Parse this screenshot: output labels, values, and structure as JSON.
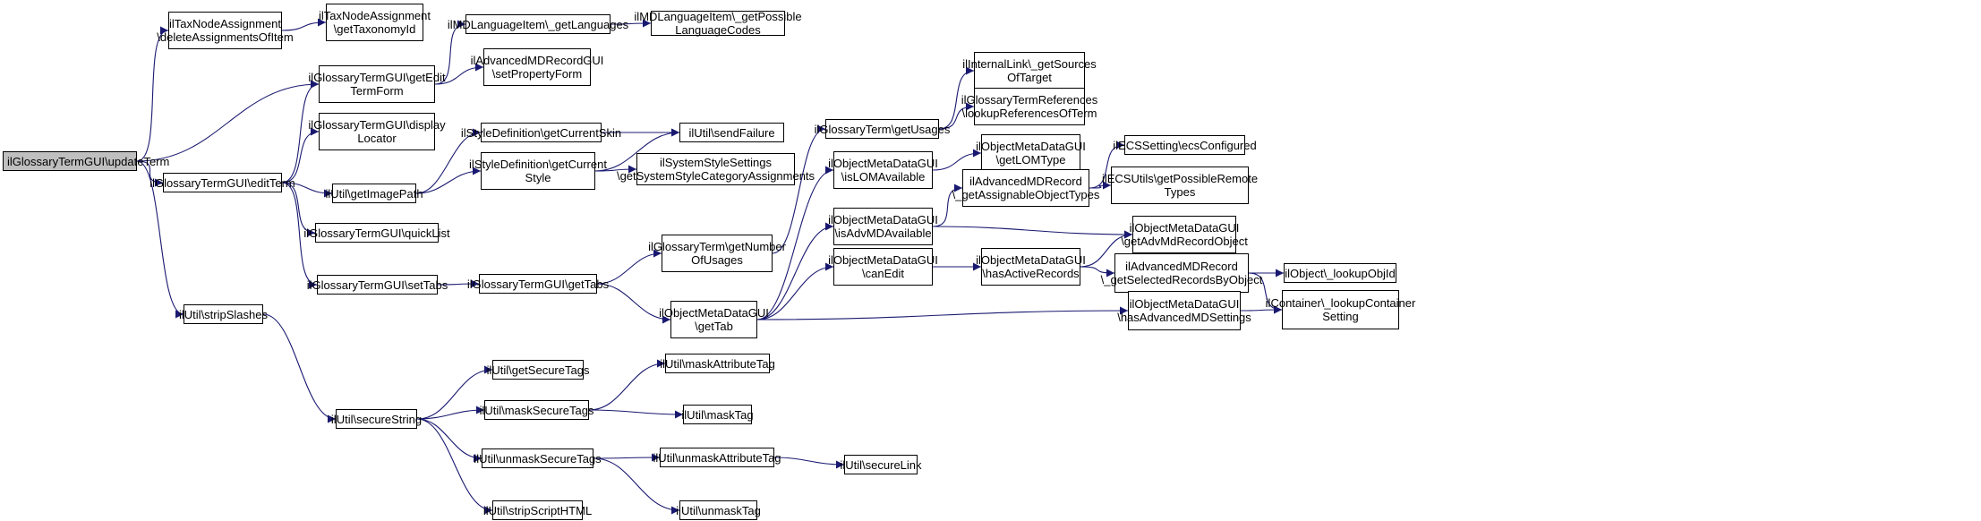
{
  "graph": {
    "edge_color": "#191970",
    "root_fill": "#bfbfbf",
    "nodes": [
      {
        "id": "updateTerm",
        "lines": [
          "ilGlossaryTermGUI\\updateTerm"
        ]
      },
      {
        "id": "deleteAssignments",
        "lines": [
          "ilTaxNodeAssignment",
          "\\deleteAssignmentsOfItem"
        ]
      },
      {
        "id": "getTaxonomyId",
        "lines": [
          "ilTaxNodeAssignment",
          "\\getTaxonomyId"
        ]
      },
      {
        "id": "getEditTermForm",
        "lines": [
          "ilGlossaryTermGUI\\getEdit",
          "TermForm"
        ]
      },
      {
        "id": "getLanguages",
        "lines": [
          "ilMDLanguageItem\\_getLanguages"
        ]
      },
      {
        "id": "getPossibleLanguageCodes",
        "lines": [
          "ilMDLanguageItem\\_getPossible",
          "LanguageCodes"
        ]
      },
      {
        "id": "setPropertyForm",
        "lines": [
          "ilAdvancedMDRecordGUI",
          "\\setPropertyForm"
        ]
      },
      {
        "id": "displayLocator",
        "lines": [
          "ilGlossaryTermGUI\\display",
          "Locator"
        ]
      },
      {
        "id": "editTerm",
        "lines": [
          "ilGlossaryTermGUI\\editTerm"
        ]
      },
      {
        "id": "getImagePath",
        "lines": [
          "ilUtil\\getImagePath"
        ]
      },
      {
        "id": "getCurrentSkin",
        "lines": [
          "ilStyleDefinition\\getCurrentSkin"
        ]
      },
      {
        "id": "sendFailure",
        "lines": [
          "ilUtil\\sendFailure"
        ]
      },
      {
        "id": "getCurrentStyle",
        "lines": [
          "ilStyleDefinition\\getCurrent",
          "Style"
        ]
      },
      {
        "id": "getSystemStyleCategoryAssignments",
        "lines": [
          "ilSystemStyleSettings",
          "\\getSystemStyleCategoryAssignments"
        ]
      },
      {
        "id": "quickList",
        "lines": [
          "ilGlossaryTermGUI\\quickList"
        ]
      },
      {
        "id": "setTabs",
        "lines": [
          "ilGlossaryTermGUI\\setTabs"
        ]
      },
      {
        "id": "getTabs",
        "lines": [
          "ilGlossaryTermGUI\\getTabs"
        ]
      },
      {
        "id": "getNumberOfUsages",
        "lines": [
          "ilGlossaryTerm\\getNumber",
          "OfUsages"
        ]
      },
      {
        "id": "getUsages",
        "lines": [
          "ilGlossaryTerm\\getUsages"
        ]
      },
      {
        "id": "getSourcesOfTarget",
        "lines": [
          "ilInternalLink\\_getSources",
          "OfTarget"
        ]
      },
      {
        "id": "lookupReferencesOfTerm",
        "lines": [
          "ilGlossaryTermReferences",
          "\\lookupReferencesOfTerm"
        ]
      },
      {
        "id": "getTab",
        "lines": [
          "ilObjectMetaDataGUI",
          "\\getTab"
        ]
      },
      {
        "id": "isLOMAvailable",
        "lines": [
          "ilObjectMetaDataGUI",
          "\\isLOMAvailable"
        ]
      },
      {
        "id": "getLOMType",
        "lines": [
          "ilObjectMetaDataGUI",
          "\\getLOMType"
        ]
      },
      {
        "id": "isAdvMDAvailable",
        "lines": [
          "ilObjectMetaDataGUI",
          "\\isAdvMDAvailable"
        ]
      },
      {
        "id": "getAssignableObjectTypes",
        "lines": [
          "ilAdvancedMDRecord",
          "\\_getAssignableObjectTypes"
        ]
      },
      {
        "id": "ecsConfigured",
        "lines": [
          "ilECSSetting\\ecsConfigured"
        ]
      },
      {
        "id": "getPossibleRemoteTypes",
        "lines": [
          "ilECSUtils\\getPossibleRemote",
          "Types"
        ]
      },
      {
        "id": "getAdvMdRecordObject",
        "lines": [
          "ilObjectMetaDataGUI",
          "\\getAdvMdRecordObject"
        ]
      },
      {
        "id": "canEdit",
        "lines": [
          "ilObjectMetaDataGUI",
          "\\canEdit"
        ]
      },
      {
        "id": "hasActiveRecords",
        "lines": [
          "ilObjectMetaDataGUI",
          "\\hasActiveRecords"
        ]
      },
      {
        "id": "getSelectedRecordsByObject",
        "lines": [
          "ilAdvancedMDRecord",
          "\\_getSelectedRecordsByObject"
        ]
      },
      {
        "id": "lookupObjId",
        "lines": [
          "ilObject\\_lookupObjId"
        ]
      },
      {
        "id": "hasAdvancedMDSettings",
        "lines": [
          "ilObjectMetaDataGUI",
          "\\hasAdvancedMDSettings"
        ]
      },
      {
        "id": "lookupContainerSetting",
        "lines": [
          "ilContainer\\_lookupContainer",
          "Setting"
        ]
      },
      {
        "id": "stripSlashes",
        "lines": [
          "ilUtil\\stripSlashes"
        ]
      },
      {
        "id": "secureString",
        "lines": [
          "ilUtil\\secureString"
        ]
      },
      {
        "id": "getSecureTags",
        "lines": [
          "ilUtil\\getSecureTags"
        ]
      },
      {
        "id": "maskSecureTags",
        "lines": [
          "ilUtil\\maskSecureTags"
        ]
      },
      {
        "id": "unmaskSecureTags",
        "lines": [
          "ilUtil\\unmaskSecureTags"
        ]
      },
      {
        "id": "stripScriptHTML",
        "lines": [
          "ilUtil\\stripScriptHTML"
        ]
      },
      {
        "id": "maskAttributeTag",
        "lines": [
          "ilUtil\\maskAttributeTag"
        ]
      },
      {
        "id": "maskTag",
        "lines": [
          "ilUtil\\maskTag"
        ]
      },
      {
        "id": "unmaskAttributeTag",
        "lines": [
          "ilUtil\\unmaskAttributeTag"
        ]
      },
      {
        "id": "unmaskTag",
        "lines": [
          "ilUtil\\unmaskTag"
        ]
      },
      {
        "id": "secureLink",
        "lines": [
          "ilUtil\\secureLink"
        ]
      }
    ],
    "edges": [
      [
        "updateTerm",
        "deleteAssignments"
      ],
      [
        "updateTerm",
        "getEditTermForm"
      ],
      [
        "updateTerm",
        "editTerm"
      ],
      [
        "updateTerm",
        "stripSlashes"
      ],
      [
        "deleteAssignments",
        "getTaxonomyId"
      ],
      [
        "getEditTermForm",
        "getLanguages"
      ],
      [
        "getEditTermForm",
        "setPropertyForm"
      ],
      [
        "getLanguages",
        "getPossibleLanguageCodes"
      ],
      [
        "editTerm",
        "getEditTermForm"
      ],
      [
        "editTerm",
        "displayLocator"
      ],
      [
        "editTerm",
        "getImagePath"
      ],
      [
        "editTerm",
        "quickList"
      ],
      [
        "editTerm",
        "setTabs"
      ],
      [
        "getImagePath",
        "getCurrentSkin"
      ],
      [
        "getImagePath",
        "getCurrentStyle"
      ],
      [
        "getCurrentSkin",
        "sendFailure"
      ],
      [
        "getCurrentStyle",
        "sendFailure"
      ],
      [
        "getCurrentStyle",
        "getSystemStyleCategoryAssignments"
      ],
      [
        "setTabs",
        "getTabs"
      ],
      [
        "getTabs",
        "getNumberOfUsages"
      ],
      [
        "getTabs",
        "getTab"
      ],
      [
        "getNumberOfUsages",
        "getUsages"
      ],
      [
        "getUsages",
        "getSourcesOfTarget"
      ],
      [
        "getUsages",
        "lookupReferencesOfTerm"
      ],
      [
        "getTab",
        "isLOMAvailable"
      ],
      [
        "getTab",
        "isAdvMDAvailable"
      ],
      [
        "getTab",
        "canEdit"
      ],
      [
        "getTab",
        "hasAdvancedMDSettings"
      ],
      [
        "isLOMAvailable",
        "getLOMType"
      ],
      [
        "isAdvMDAvailable",
        "getAssignableObjectTypes"
      ],
      [
        "isAdvMDAvailable",
        "getAdvMdRecordObject"
      ],
      [
        "getAssignableObjectTypes",
        "ecsConfigured"
      ],
      [
        "getAssignableObjectTypes",
        "getPossibleRemoteTypes"
      ],
      [
        "canEdit",
        "hasActiveRecords"
      ],
      [
        "hasActiveRecords",
        "getAdvMdRecordObject"
      ],
      [
        "hasActiveRecords",
        "getSelectedRecordsByObject"
      ],
      [
        "getSelectedRecordsByObject",
        "lookupObjId"
      ],
      [
        "getSelectedRecordsByObject",
        "lookupContainerSetting"
      ],
      [
        "hasAdvancedMDSettings",
        "lookupContainerSetting"
      ],
      [
        "stripSlashes",
        "secureString"
      ],
      [
        "secureString",
        "getSecureTags"
      ],
      [
        "secureString",
        "maskSecureTags"
      ],
      [
        "secureString",
        "unmaskSecureTags"
      ],
      [
        "secureString",
        "stripScriptHTML"
      ],
      [
        "maskSecureTags",
        "maskAttributeTag"
      ],
      [
        "maskSecureTags",
        "maskTag"
      ],
      [
        "unmaskSecureTags",
        "unmaskAttributeTag"
      ],
      [
        "unmaskSecureTags",
        "unmaskTag"
      ],
      [
        "unmaskAttributeTag",
        "secureLink"
      ]
    ]
  }
}
